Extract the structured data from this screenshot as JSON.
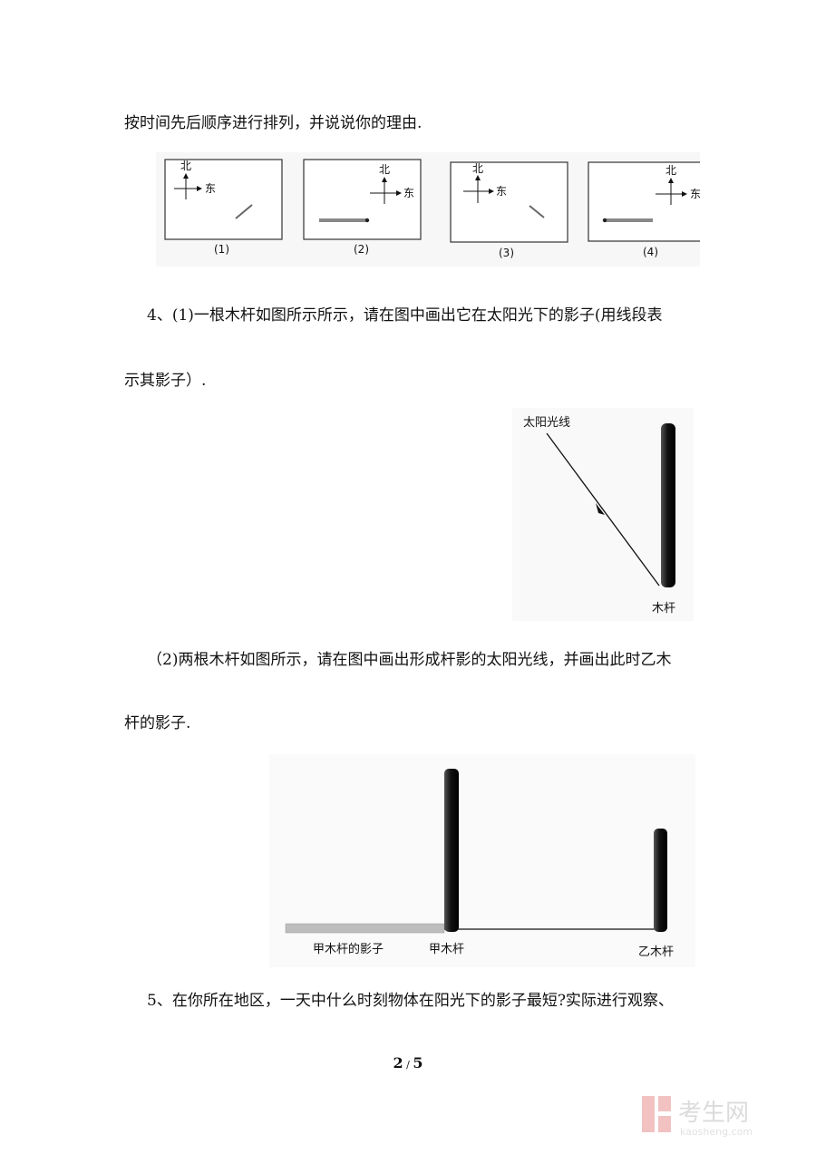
{
  "q3_text_tail": "按时间先后顺序进行排列，并说说你的理由.",
  "q3_figure": {
    "north": "北",
    "east": "东",
    "captions": [
      "(1)",
      "(2)",
      "(3)",
      "(4)"
    ]
  },
  "q4_part1_line1": "4、(1)一根木杆如图所示所示，请在图中画出它在太阳光下的影子(用线段表",
  "q4_part1_line2": "示其影子）.",
  "q4_fig1": {
    "sun_ray_label": "太阳光线",
    "pole_label": "木杆"
  },
  "q4_part2_line1": "（2)两根木杆如图所示，请在图中画出形成杆影的太阳光线，并画出此时乙木",
  "q4_part2_line2": "杆的影子.",
  "q4_fig2": {
    "shadow_label": "甲木杆的影子",
    "pole_a_label": "甲木杆",
    "pole_b_label": "乙木杆"
  },
  "q5_line1": "5、在你所在地区，一天中什么时刻物体在阳光下的影子最短?实际进行观察、",
  "page": {
    "current": "2",
    "sep": "/",
    "total": "5"
  },
  "watermark": {
    "name": "考生网",
    "domain": "kaosheng.com"
  }
}
